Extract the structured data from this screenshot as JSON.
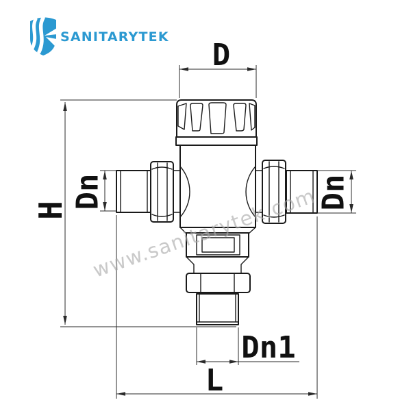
{
  "logo": {
    "brand": "SANITARYTEK",
    "color": "#2b99d1"
  },
  "watermark": {
    "text": "www.sanitarytek.com",
    "color": "#a9a9a9"
  },
  "dimensions": {
    "knob_width": "D",
    "height": "H",
    "left_port": "Dn",
    "right_port": "Dn",
    "bottom_port": "Dn1",
    "length": "L"
  },
  "drawing": {
    "line_color": "#1a1a1a",
    "background": "#ffffff",
    "subject": "thermostatic mixing valve dimension drawing"
  }
}
